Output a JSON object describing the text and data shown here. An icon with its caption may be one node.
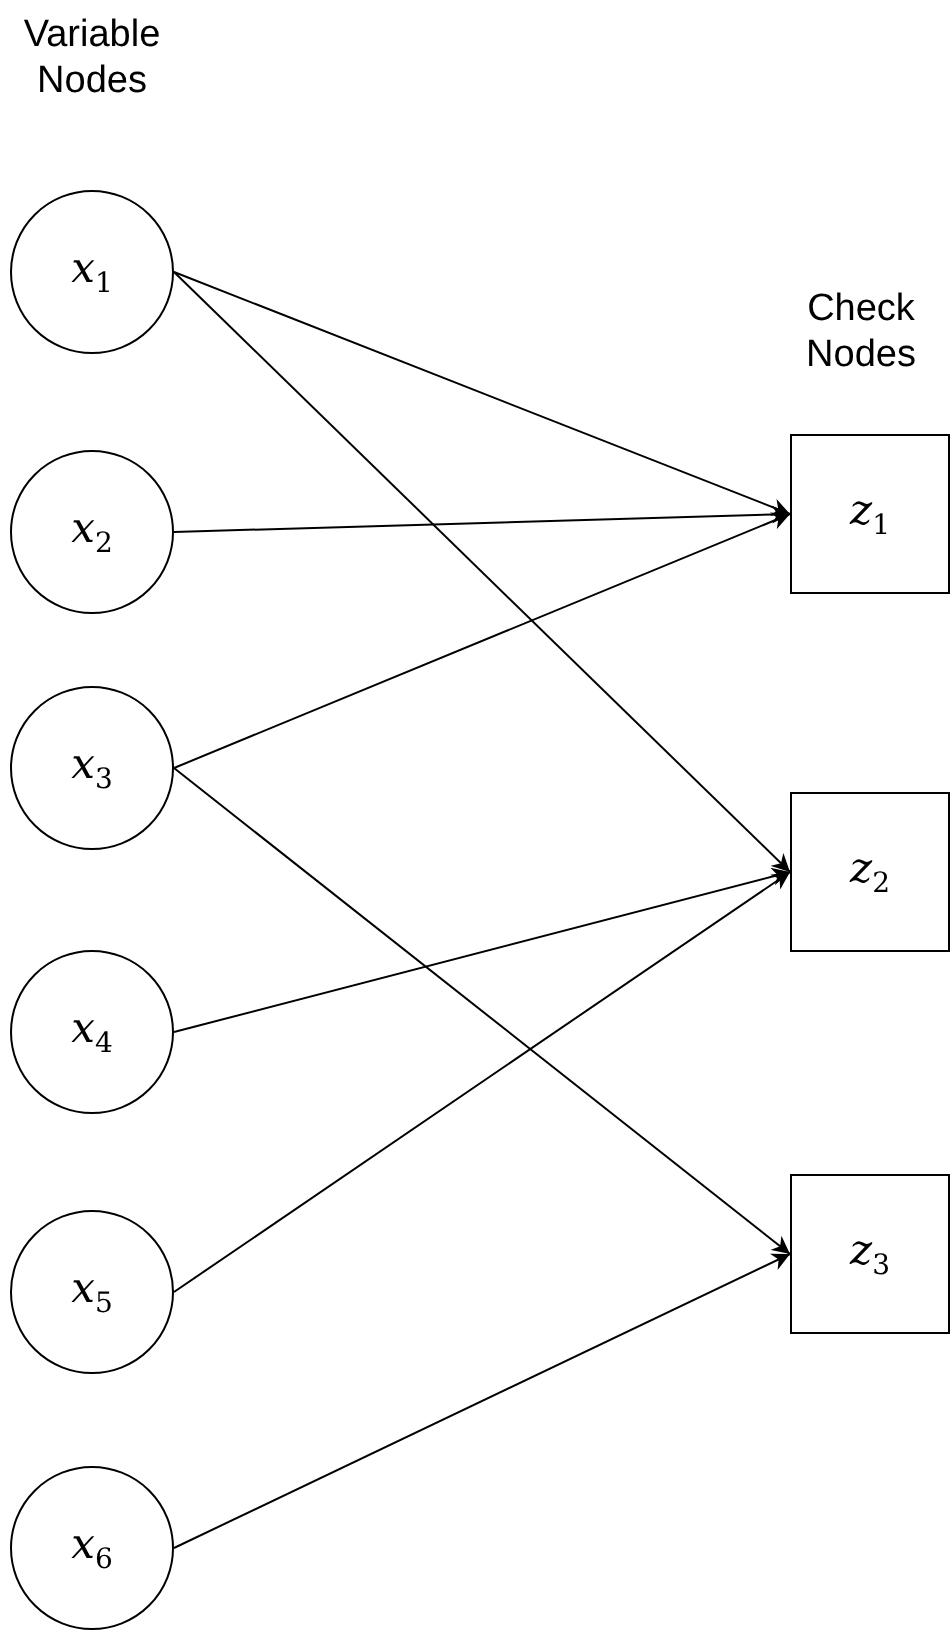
{
  "diagram": {
    "nodes": [
      {
        "text": [
          "x$_{1}$"
        ]
      },
      {
        "text": [
          "x$_{2}$"
        ]
      },
      {
        "text": [
          "x$_{3}$"
        ]
      },
      {
        "text": [
          "x$_{4}$"
        ]
      },
      {
        "text": [
          "x$_{5}$"
        ]
      },
      {
        "text": [
          "x$_{6}$"
        ]
      },
      {
        "text": [
          "z$_{1}$"
        ]
      },
      {
        "text": [
          "z$_{2}$"
        ]
      },
      {
        "text": [
          "z$_{3}$"
        ]
      }
    ],
    "edges": [
      {
        "from": 0,
        "to": 6,
        "arrow": "to"
      },
      {
        "from": 0,
        "to": 7,
        "arrow": "to"
      },
      {
        "from": 1,
        "to": 6,
        "arrow": "to"
      },
      {
        "from": 2,
        "to": 6,
        "arrow": "to"
      },
      {
        "from": 2,
        "to": 8,
        "arrow": "to"
      },
      {
        "from": 3,
        "to": 7,
        "arrow": "to"
      },
      {
        "from": 4,
        "to": 7,
        "arrow": "to"
      },
      {
        "from": 5,
        "to": 8,
        "arrow": "to"
      }
    ],
    "labels": [
      "Variable Nodes",
      "Check Nodes"
    ]
  }
}
